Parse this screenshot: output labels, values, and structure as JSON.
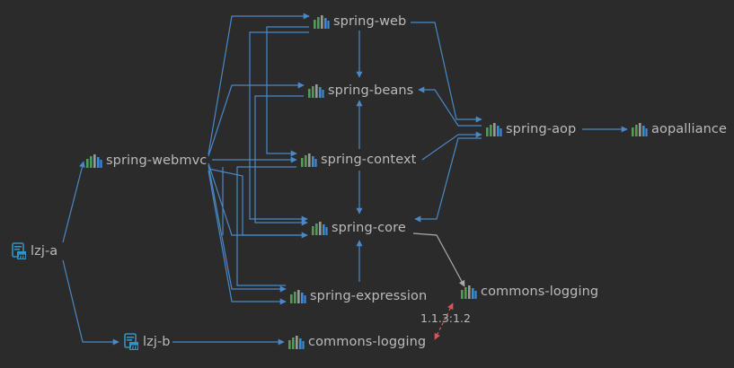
{
  "colors": {
    "background": "#2b2b2b",
    "text": "#bbbbbb",
    "edge": "#4a88c7",
    "conflict_edge": "#d85555",
    "resolved_edge": "#aaaaaa",
    "library_bars": [
      "#4f9b59",
      "#9a9a9a",
      "#3d8ad6"
    ],
    "module_icon": "#3592c4"
  },
  "nodes": {
    "lzj_a": {
      "label": "lzj-a",
      "icon": "maven-module-icon"
    },
    "lzj_b": {
      "label": "lzj-b",
      "icon": "maven-module-icon"
    },
    "spring_webmvc": {
      "label": "spring-webmvc",
      "icon": "library-icon"
    },
    "spring_web": {
      "label": "spring-web",
      "icon": "library-icon"
    },
    "spring_beans": {
      "label": "spring-beans",
      "icon": "library-icon"
    },
    "spring_context": {
      "label": "spring-context",
      "icon": "library-icon"
    },
    "spring_core": {
      "label": "spring-core",
      "icon": "library-icon"
    },
    "spring_expression": {
      "label": "spring-expression",
      "icon": "library-icon"
    },
    "spring_aop": {
      "label": "spring-aop",
      "icon": "library-icon"
    },
    "aopalliance": {
      "label": "aopalliance",
      "icon": "library-icon"
    },
    "commons_logging_1": {
      "label": "commons-logging",
      "icon": "library-icon"
    },
    "commons_logging_2": {
      "label": "commons-logging",
      "icon": "library-icon"
    }
  },
  "conflict_label": "1.1.3:1.2"
}
